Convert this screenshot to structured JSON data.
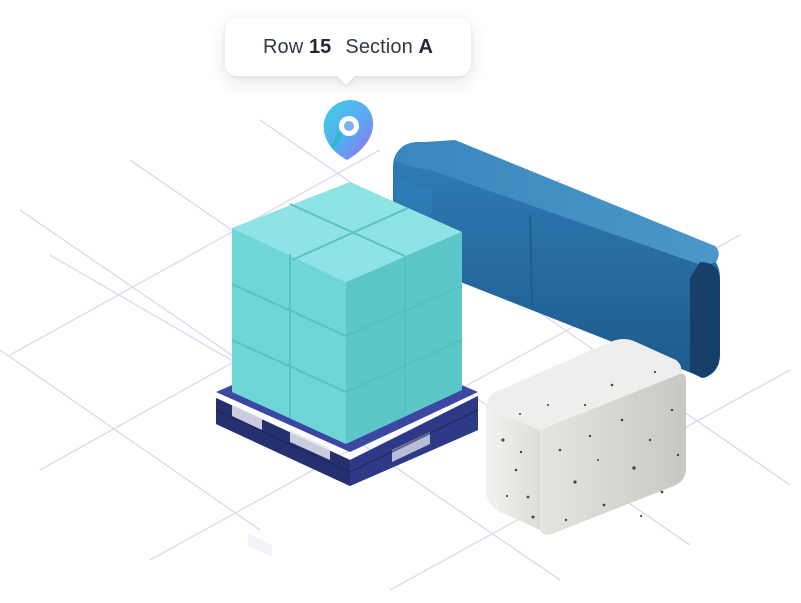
{
  "tooltip": {
    "row_label": "Row",
    "row_value": "15",
    "section_label": "Section",
    "section_value": "A"
  },
  "icons": {
    "location_pin": "location-pin-icon"
  },
  "colors": {
    "crate_teal": "#6dd3d6",
    "beam_blue": "#2a6fa3",
    "pallet_navy": "#2f3a8a",
    "concrete": "#e9e7e4",
    "grid_lavender": "#d9d4f2"
  }
}
